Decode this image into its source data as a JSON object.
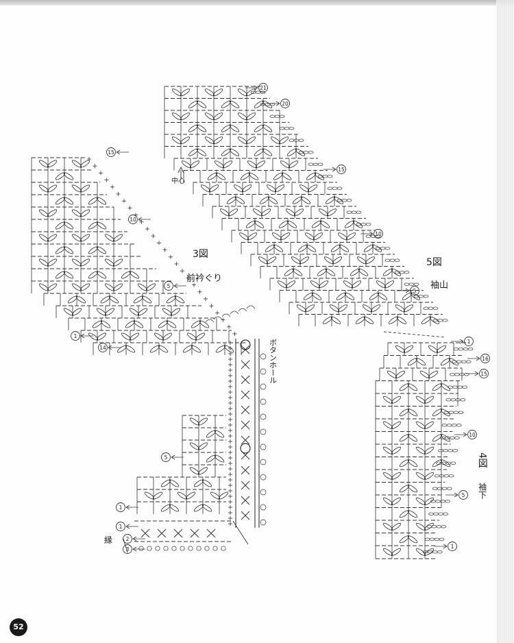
{
  "figures": {
    "fig3": {
      "number": "3図",
      "title": "前衿ぐり"
    },
    "fig5": {
      "number": "5図",
      "title": "袖山"
    },
    "fig4": {
      "number": "4図",
      "title": "袖下"
    }
  },
  "labels": {
    "center": "中心",
    "buttonhole": "ボタンホール",
    "edging": "縁"
  },
  "row_markers": {
    "fig5": [
      "21",
      "20",
      "15",
      "10",
      "5",
      "1"
    ],
    "fig3": [
      "15",
      "10",
      "5",
      "1",
      "14"
    ],
    "fig3_lower": [
      "5",
      "1"
    ],
    "edging_rows": [
      "1",
      "2",
      "3"
    ],
    "fig4": [
      "16",
      "15",
      "10",
      "5",
      "1"
    ]
  },
  "page_number": "52",
  "colors": {
    "ink": "#333333",
    "paper": "#fdfdfd"
  }
}
